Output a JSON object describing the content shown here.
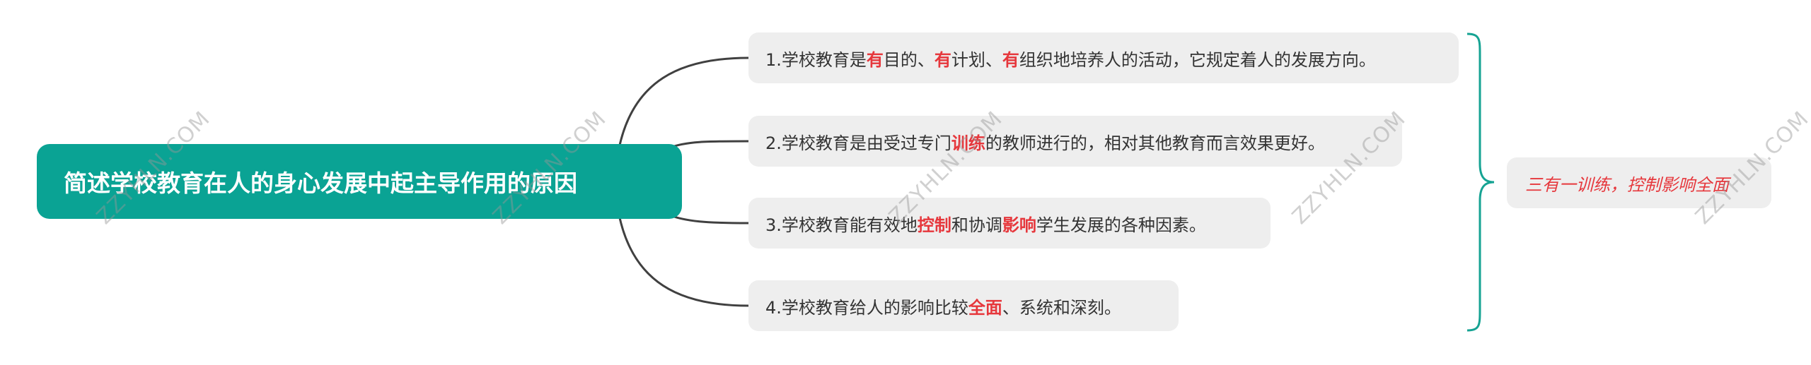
{
  "colors": {
    "root_bg": "#0aa394",
    "highlight": "#e6373c",
    "connector": "#404040",
    "brace": "#16a393"
  },
  "root": {
    "title": "简述学校教育在人的身心发展中起主导作用的原因"
  },
  "nodes": [
    {
      "segments": [
        {
          "text": "1.学校教育是",
          "hl": false
        },
        {
          "text": "有",
          "hl": true
        },
        {
          "text": "目的、",
          "hl": false
        },
        {
          "text": "有",
          "hl": true
        },
        {
          "text": "计划、",
          "hl": false
        },
        {
          "text": "有",
          "hl": true
        },
        {
          "text": "组织地培养人的活动，它规定着人的发展方向。",
          "hl": false
        }
      ]
    },
    {
      "segments": [
        {
          "text": "2.学校教育是由受过专门",
          "hl": false
        },
        {
          "text": "训练",
          "hl": true
        },
        {
          "text": "的教师进行的，相对其他教育而言效果更好。",
          "hl": false
        }
      ]
    },
    {
      "segments": [
        {
          "text": "3.学校教育能有效地",
          "hl": false
        },
        {
          "text": "控制",
          "hl": true
        },
        {
          "text": "和协调",
          "hl": false
        },
        {
          "text": "影响",
          "hl": true
        },
        {
          "text": "学生发展的各种因素。",
          "hl": false
        }
      ]
    },
    {
      "segments": [
        {
          "text": "4.学校教育给人的影响比较",
          "hl": false
        },
        {
          "text": "全面",
          "hl": true
        },
        {
          "text": "、系统和深刻。",
          "hl": false
        }
      ]
    }
  ],
  "summary": {
    "text": "三有一训练，控制影响全面"
  },
  "watermark": {
    "text": "ZZYHLN.COM"
  }
}
